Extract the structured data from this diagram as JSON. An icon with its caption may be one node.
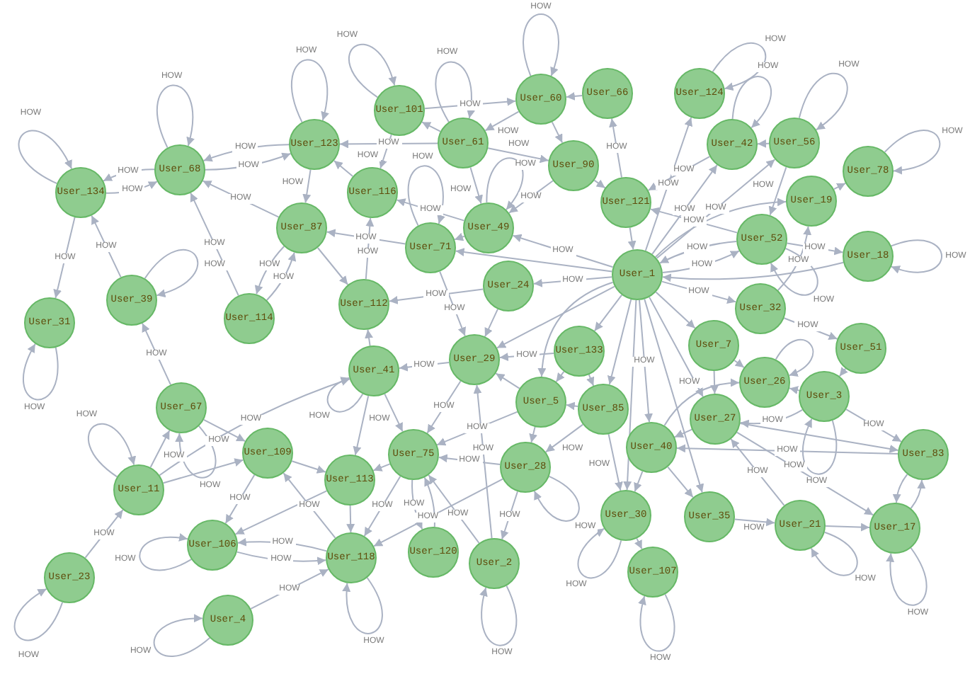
{
  "diagram": {
    "nodes": [
      {
        "text": [
          "User_60"
        ]
      },
      {
        "text": [
          "User_66"
        ]
      },
      {
        "text": [
          "User_124"
        ]
      },
      {
        "text": [
          "User_101"
        ]
      },
      {
        "text": [
          "User_123"
        ]
      },
      {
        "text": [
          "User_61"
        ]
      },
      {
        "text": [
          "User_42"
        ]
      },
      {
        "text": [
          "User_56"
        ]
      },
      {
        "text": [
          "User_90"
        ]
      },
      {
        "text": [
          "User_68"
        ]
      },
      {
        "text": [
          "User_78"
        ]
      },
      {
        "text": [
          "User_134"
        ]
      },
      {
        "text": [
          "User_116"
        ]
      },
      {
        "text": [
          "User_121"
        ]
      },
      {
        "text": [
          "User_19"
        ]
      },
      {
        "text": [
          "User_87"
        ]
      },
      {
        "text": [
          "User_49"
        ]
      },
      {
        "text": [
          "User_52"
        ]
      },
      {
        "text": [
          "User_71"
        ]
      },
      {
        "text": [
          "User_18"
        ]
      },
      {
        "text": [
          "User_1"
        ]
      },
      {
        "text": [
          "User_24"
        ]
      },
      {
        "text": [
          "User_39"
        ]
      },
      {
        "text": [
          "User_112"
        ]
      },
      {
        "text": [
          "User_32"
        ]
      },
      {
        "text": [
          "User_114"
        ]
      },
      {
        "text": [
          "User_31"
        ]
      },
      {
        "text": [
          "User_7"
        ]
      },
      {
        "text": [
          "User_51"
        ]
      },
      {
        "text": [
          "User_133"
        ]
      },
      {
        "text": [
          "User_29"
        ]
      },
      {
        "text": [
          "User_41"
        ]
      },
      {
        "text": [
          "User_26"
        ]
      },
      {
        "text": [
          "User_3"
        ]
      },
      {
        "text": [
          "User_5"
        ]
      },
      {
        "text": [
          "User_67"
        ]
      },
      {
        "text": [
          "User_85"
        ]
      },
      {
        "text": [
          "User_27"
        ]
      },
      {
        "text": [
          "User_40"
        ]
      },
      {
        "text": [
          "User_109"
        ]
      },
      {
        "text": [
          "User_75"
        ]
      },
      {
        "text": [
          "User_83"
        ]
      },
      {
        "text": [
          "User_28"
        ]
      },
      {
        "text": [
          "User_113"
        ]
      },
      {
        "text": [
          "User_11"
        ]
      },
      {
        "text": [
          "User_30"
        ]
      },
      {
        "text": [
          "User_35"
        ]
      },
      {
        "text": [
          "User_21"
        ]
      },
      {
        "text": [
          "User_17"
        ]
      },
      {
        "text": [
          "User_106"
        ]
      },
      {
        "text": [
          "User_120"
        ]
      },
      {
        "text": [
          "User_118"
        ]
      },
      {
        "text": [
          "User_2"
        ]
      },
      {
        "text": [
          "User_107"
        ]
      },
      {
        "text": [
          "User_23"
        ]
      },
      {
        "text": [
          "User_4"
        ]
      }
    ],
    "edges": [
      {
        "from": 11,
        "to": 9,
        "arrow": "to",
        "label": "HOW"
      },
      {
        "from": 9,
        "to": 11,
        "arrow": "to",
        "label": "HOW"
      },
      {
        "from": 9,
        "to": 4,
        "arrow": "to",
        "label": "HOW"
      },
      {
        "from": 4,
        "to": 9,
        "arrow": "to",
        "label": "HOW"
      },
      {
        "from": 15,
        "to": 9,
        "arrow": "to",
        "label": "HOW"
      },
      {
        "from": 25,
        "to": 9,
        "arrow": "to",
        "label": "HOW"
      },
      {
        "from": 11,
        "to": 26,
        "arrow": "to",
        "label": "HOW"
      },
      {
        "from": 22,
        "to": 11,
        "arrow": "to",
        "label": "HOW"
      },
      {
        "from": 25,
        "to": 15,
        "arrow": "to",
        "label": "HOW"
      },
      {
        "from": 15,
        "to": 25,
        "arrow": "to",
        "label": "HOW"
      },
      {
        "from": 4,
        "to": 15,
        "arrow": "to",
        "label": "HOW"
      },
      {
        "from": 3,
        "to": 0,
        "arrow": "to",
        "label": "HOW"
      },
      {
        "from": 0,
        "to": 5,
        "arrow": "to",
        "label": "HOW"
      },
      {
        "from": 5,
        "to": 3,
        "arrow": "to"
      },
      {
        "from": 5,
        "to": 4,
        "arrow": "to",
        "label": "HOW"
      },
      {
        "from": 12,
        "to": 4,
        "arrow": "to"
      },
      {
        "from": 5,
        "to": 8,
        "arrow": "to",
        "label": "HOW"
      },
      {
        "from": 0,
        "to": 8,
        "arrow": "to"
      },
      {
        "from": 1,
        "to": 0,
        "arrow": "to"
      },
      {
        "from": 13,
        "to": 1,
        "arrow": "to",
        "label": "HOW"
      },
      {
        "from": 16,
        "to": 12,
        "arrow": "to",
        "label": "HOW"
      },
      {
        "from": 18,
        "to": 15,
        "arrow": "to",
        "label": "HOW"
      },
      {
        "from": 16,
        "to": 18,
        "arrow": "to"
      },
      {
        "from": 21,
        "to": 23,
        "arrow": "to",
        "label": "HOW"
      },
      {
        "from": 20,
        "to": 21,
        "arrow": "to",
        "label": "HOW"
      },
      {
        "from": 20,
        "to": 16,
        "arrow": "to",
        "label": "HOW"
      },
      {
        "from": 8,
        "to": 13,
        "arrow": "to"
      },
      {
        "from": 5,
        "to": 16,
        "arrow": "to",
        "label": "HOW"
      },
      {
        "from": 3,
        "to": 12,
        "arrow": "to",
        "label": "HOW"
      },
      {
        "from": 23,
        "to": 12,
        "arrow": "to",
        "label": "HOW"
      },
      {
        "from": 20,
        "to": 2,
        "arrow": "to",
        "label": "HOW"
      },
      {
        "from": 6,
        "to": 13,
        "arrow": "to",
        "label": "HOW"
      },
      {
        "from": 20,
        "to": 6,
        "arrow": "to",
        "label": "HOW"
      },
      {
        "from": 20,
        "to": 7,
        "arrow": "to",
        "label": "HOW"
      },
      {
        "from": 17,
        "to": 13,
        "arrow": "to",
        "label": "HOW"
      },
      {
        "from": 20,
        "to": 17,
        "arrow": "to",
        "label": "HOW"
      },
      {
        "from": 17,
        "to": 20,
        "arrow": "to",
        "label": "HOW"
      },
      {
        "from": 20,
        "to": 14,
        "arrow": "to"
      },
      {
        "from": 14,
        "to": 10,
        "arrow": "to"
      },
      {
        "from": 7,
        "to": 17,
        "arrow": "to",
        "label": "HOW"
      },
      {
        "from": 17,
        "to": 19,
        "arrow": "to",
        "label": "HOW"
      },
      {
        "from": 20,
        "to": 24,
        "arrow": "to",
        "label": "HOW"
      },
      {
        "from": 19,
        "to": 20,
        "arrow": "to"
      },
      {
        "from": 24,
        "to": 14,
        "arrow": "to",
        "label": "HOW"
      },
      {
        "from": 7,
        "to": 6,
        "arrow": "to"
      },
      {
        "from": 35,
        "to": 22,
        "arrow": "to",
        "label": "HOW"
      },
      {
        "from": 44,
        "to": 35,
        "arrow": "to",
        "label": "HOW"
      },
      {
        "from": 35,
        "to": 39,
        "arrow": "to",
        "label": "HOW"
      },
      {
        "from": 44,
        "to": 39,
        "arrow": "to"
      },
      {
        "from": 44,
        "to": 31,
        "arrow": "to",
        "label": "HOW"
      },
      {
        "from": 54,
        "to": 44,
        "arrow": "to",
        "label": "HOW"
      },
      {
        "from": 39,
        "to": 49,
        "arrow": "to",
        "label": "HOW"
      },
      {
        "from": 49,
        "to": 51,
        "arrow": "to",
        "label": "HOW"
      },
      {
        "from": 51,
        "to": 49,
        "arrow": "to",
        "label": "HOW"
      },
      {
        "from": 55,
        "to": 51,
        "arrow": "to",
        "label": "HOW"
      },
      {
        "from": 51,
        "to": 39,
        "arrow": "to",
        "label": "HOW"
      },
      {
        "from": 29,
        "to": 30,
        "arrow": "to",
        "label": "HOW"
      },
      {
        "from": 30,
        "to": 31,
        "arrow": "to",
        "label": "HOW"
      },
      {
        "from": 34,
        "to": 40,
        "arrow": "to",
        "label": "HOW"
      },
      {
        "from": 30,
        "to": 40,
        "arrow": "to",
        "label": "HOW"
      },
      {
        "from": 42,
        "to": 40,
        "arrow": "to",
        "label": "HOW"
      },
      {
        "from": 52,
        "to": 30,
        "arrow": "to",
        "label": "HOW"
      },
      {
        "from": 40,
        "to": 43,
        "arrow": "to"
      },
      {
        "from": 40,
        "to": 51,
        "arrow": "to",
        "label": "HOW"
      },
      {
        "from": 40,
        "to": 50,
        "arrow": "to",
        "label": "HOW"
      },
      {
        "from": 42,
        "to": 52,
        "arrow": "to",
        "label": "HOW"
      },
      {
        "from": 34,
        "to": 42,
        "arrow": "to"
      },
      {
        "from": 36,
        "to": 42,
        "arrow": "to",
        "label": "HOW"
      },
      {
        "from": 42,
        "to": 51,
        "arrow": "to",
        "label": "HOW"
      },
      {
        "from": 43,
        "to": 51,
        "arrow": "to"
      },
      {
        "from": 31,
        "to": 40,
        "arrow": "to",
        "label": "HOW"
      },
      {
        "from": 36,
        "to": 45,
        "arrow": "to",
        "label": "HOW"
      },
      {
        "from": 34,
        "to": 30,
        "arrow": "to"
      },
      {
        "from": 29,
        "to": 34,
        "arrow": "to"
      },
      {
        "from": 36,
        "to": 34,
        "arrow": "to"
      },
      {
        "from": 27,
        "to": 37,
        "arrow": "to"
      },
      {
        "from": 27,
        "to": 32,
        "arrow": "to"
      },
      {
        "from": 38,
        "to": 32,
        "arrow": "to",
        "label": "HOW"
      },
      {
        "from": 33,
        "to": 37,
        "arrow": "to",
        "label": "HOW"
      },
      {
        "from": 33,
        "to": 32,
        "arrow": "to"
      },
      {
        "from": 28,
        "to": 33,
        "arrow": "to"
      },
      {
        "from": 33,
        "to": 41,
        "arrow": "to",
        "label": "HOW"
      },
      {
        "from": 37,
        "to": 41,
        "arrow": "to"
      },
      {
        "from": 41,
        "to": 38,
        "arrow": "to",
        "label": "HOW"
      },
      {
        "from": 37,
        "to": 48,
        "arrow": "to",
        "label": "HOW"
      },
      {
        "from": 47,
        "to": 37,
        "arrow": "to",
        "label": "HOW"
      },
      {
        "from": 37,
        "to": 38,
        "arrow": "to"
      },
      {
        "from": 46,
        "to": 47,
        "arrow": "to",
        "label": "HOW"
      },
      {
        "from": 38,
        "to": 45,
        "arrow": "to"
      },
      {
        "from": 38,
        "to": 46,
        "arrow": "to"
      },
      {
        "from": 45,
        "to": 53,
        "arrow": "to"
      },
      {
        "from": 41,
        "to": 48,
        "arrow": "to"
      },
      {
        "from": 48,
        "to": 41,
        "arrow": "to"
      },
      {
        "from": 47,
        "to": 48,
        "arrow": "to"
      },
      {
        "from": 20,
        "to": 38,
        "arrow": "to",
        "label": "HOW"
      },
      {
        "from": 20,
        "to": 37,
        "arrow": "to"
      },
      {
        "from": 24,
        "to": 28,
        "arrow": "to"
      },
      {
        "from": 20,
        "to": 27,
        "arrow": "to"
      },
      {
        "from": 20,
        "to": 36,
        "arrow": "to"
      },
      {
        "from": 20,
        "to": 29,
        "arrow": "to"
      },
      {
        "from": 20,
        "to": 34,
        "arrow": "to"
      },
      {
        "from": 20,
        "to": 30,
        "arrow": "to"
      },
      {
        "from": 20,
        "to": 45,
        "arrow": "to"
      },
      {
        "from": 13,
        "to": 20,
        "arrow": "to"
      },
      {
        "from": 31,
        "to": 23,
        "arrow": "to"
      },
      {
        "from": 15,
        "to": 23,
        "arrow": "to"
      },
      {
        "from": 21,
        "to": 30,
        "arrow": "to"
      },
      {
        "from": 18,
        "to": 30,
        "arrow": "to",
        "label": "HOW"
      },
      {
        "from": 29,
        "to": 36,
        "arrow": "to"
      },
      {
        "from": 31,
        "to": 43,
        "arrow": "to"
      },
      {
        "from": 39,
        "to": 43,
        "arrow": "to"
      },
      {
        "from": 43,
        "to": 49,
        "arrow": "to"
      },
      {
        "from": 20,
        "to": 18,
        "arrow": "to"
      },
      {
        "from": 8,
        "to": 16,
        "arrow": "to",
        "label": "HOW"
      },
      {
        "from": 20,
        "to": 46,
        "arrow": "to"
      },
      {
        "from": 50,
        "to": 40,
        "arrow": "to"
      },
      {
        "from": 52,
        "to": 40,
        "arrow": "to",
        "label": "HOW"
      },
      {
        "from": 11,
        "to": 11,
        "arrow": "to",
        "label": "HOW"
      },
      {
        "from": 9,
        "to": 9,
        "arrow": "to",
        "label": "HOW"
      },
      {
        "from": 4,
        "to": 4,
        "arrow": "to",
        "label": "HOW"
      },
      {
        "from": 3,
        "to": 3,
        "arrow": "to",
        "label": "HOW"
      },
      {
        "from": 0,
        "to": 0,
        "arrow": "to",
        "label": "HOW"
      },
      {
        "from": 5,
        "to": 5,
        "arrow": "to",
        "label": "HOW"
      },
      {
        "from": 2,
        "to": 2,
        "arrow": "to",
        "label": "HOW"
      },
      {
        "from": 6,
        "to": 6,
        "arrow": "to",
        "label": "HOW"
      },
      {
        "from": 7,
        "to": 7,
        "arrow": "to",
        "label": "HOW"
      },
      {
        "from": 10,
        "to": 10,
        "arrow": "to",
        "label": "HOW"
      },
      {
        "from": 19,
        "to": 19,
        "arrow": "to",
        "label": "HOW"
      },
      {
        "from": 16,
        "to": 16,
        "arrow": "to",
        "label": "HOW"
      },
      {
        "from": 18,
        "to": 18,
        "arrow": "to",
        "label": "HOW"
      },
      {
        "from": 22,
        "to": 22,
        "arrow": "to",
        "label": "HOW"
      },
      {
        "from": 26,
        "to": 26,
        "arrow": "to",
        "label": "HOW"
      },
      {
        "from": 44,
        "to": 44,
        "arrow": "to",
        "label": "HOW"
      },
      {
        "from": 54,
        "to": 54,
        "arrow": "to",
        "label": "HOW"
      },
      {
        "from": 49,
        "to": 49,
        "arrow": "to",
        "label": "HOW"
      },
      {
        "from": 55,
        "to": 55,
        "arrow": "to",
        "label": "HOW"
      },
      {
        "from": 51,
        "to": 51,
        "arrow": "to",
        "label": "HOW"
      },
      {
        "from": 52,
        "to": 52,
        "arrow": "to",
        "label": "HOW"
      },
      {
        "from": 42,
        "to": 42,
        "arrow": "to",
        "label": "HOW"
      },
      {
        "from": 53,
        "to": 53,
        "arrow": "to",
        "label": "HOW"
      },
      {
        "from": 45,
        "to": 45,
        "arrow": "to",
        "label": "HOW"
      },
      {
        "from": 48,
        "to": 48,
        "arrow": "to",
        "label": "HOW"
      },
      {
        "from": 47,
        "to": 47,
        "arrow": "to",
        "label": "HOW"
      },
      {
        "from": 33,
        "to": 33,
        "arrow": "to",
        "label": "HOW"
      },
      {
        "from": 17,
        "to": 17,
        "arrow": "to",
        "label": "HOW"
      },
      {
        "from": 32,
        "to": 32,
        "arrow": "to",
        "label": "HOW"
      },
      {
        "from": 35,
        "to": 35,
        "arrow": "to",
        "label": "HOW"
      },
      {
        "from": 31,
        "to": 31,
        "arrow": "to",
        "label": "HOW"
      }
    ]
  }
}
